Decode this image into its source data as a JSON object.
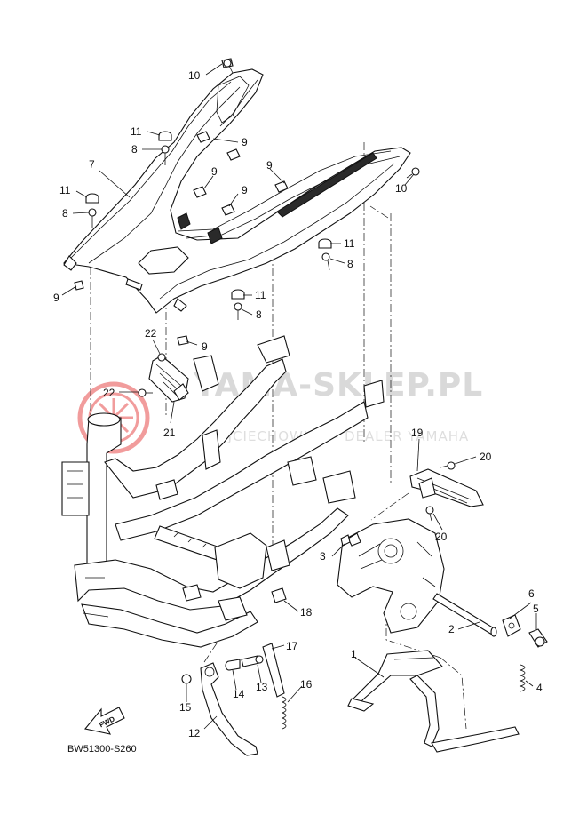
{
  "watermark": {
    "main": "YAMA-SKLEP.PL",
    "sub": "WOJCIECHOWICZ - DEALER YAMAHA",
    "logo_color": "#e74c4c",
    "text_color": "#d9d9d9"
  },
  "callouts": [
    {
      "id": "c10a",
      "label": "10"
    },
    {
      "id": "c11a",
      "label": "11"
    },
    {
      "id": "c8a",
      "label": "8"
    },
    {
      "id": "c9a",
      "label": "9"
    },
    {
      "id": "c7",
      "label": "7"
    },
    {
      "id": "c9b",
      "label": "9"
    },
    {
      "id": "c9c",
      "label": "9"
    },
    {
      "id": "c11b",
      "label": "11"
    },
    {
      "id": "c8b",
      "label": "8"
    },
    {
      "id": "c9d",
      "label": "9"
    },
    {
      "id": "c10b",
      "label": "10"
    },
    {
      "id": "c11c",
      "label": "11"
    },
    {
      "id": "c8c",
      "label": "8"
    },
    {
      "id": "c9e",
      "label": "9"
    },
    {
      "id": "c11d",
      "label": "11"
    },
    {
      "id": "c8d",
      "label": "8"
    },
    {
      "id": "c22a",
      "label": "22"
    },
    {
      "id": "c9f",
      "label": "9"
    },
    {
      "id": "c22b",
      "label": "22"
    },
    {
      "id": "c21",
      "label": "21"
    },
    {
      "id": "c19",
      "label": "19"
    },
    {
      "id": "c20a",
      "label": "20"
    },
    {
      "id": "c20b",
      "label": "20"
    },
    {
      "id": "c3",
      "label": "3"
    },
    {
      "id": "c6",
      "label": "6"
    },
    {
      "id": "c5",
      "label": "5"
    },
    {
      "id": "c2",
      "label": "2"
    },
    {
      "id": "c18",
      "label": "18"
    },
    {
      "id": "c1",
      "label": "1"
    },
    {
      "id": "c4",
      "label": "4"
    },
    {
      "id": "c17",
      "label": "17"
    },
    {
      "id": "c16",
      "label": "16"
    },
    {
      "id": "c14",
      "label": "14"
    },
    {
      "id": "c13",
      "label": "13"
    },
    {
      "id": "c15",
      "label": "15"
    },
    {
      "id": "c12",
      "label": "12"
    }
  ],
  "fwd_label": "FWD",
  "diagram_code": "BW51300-S260"
}
